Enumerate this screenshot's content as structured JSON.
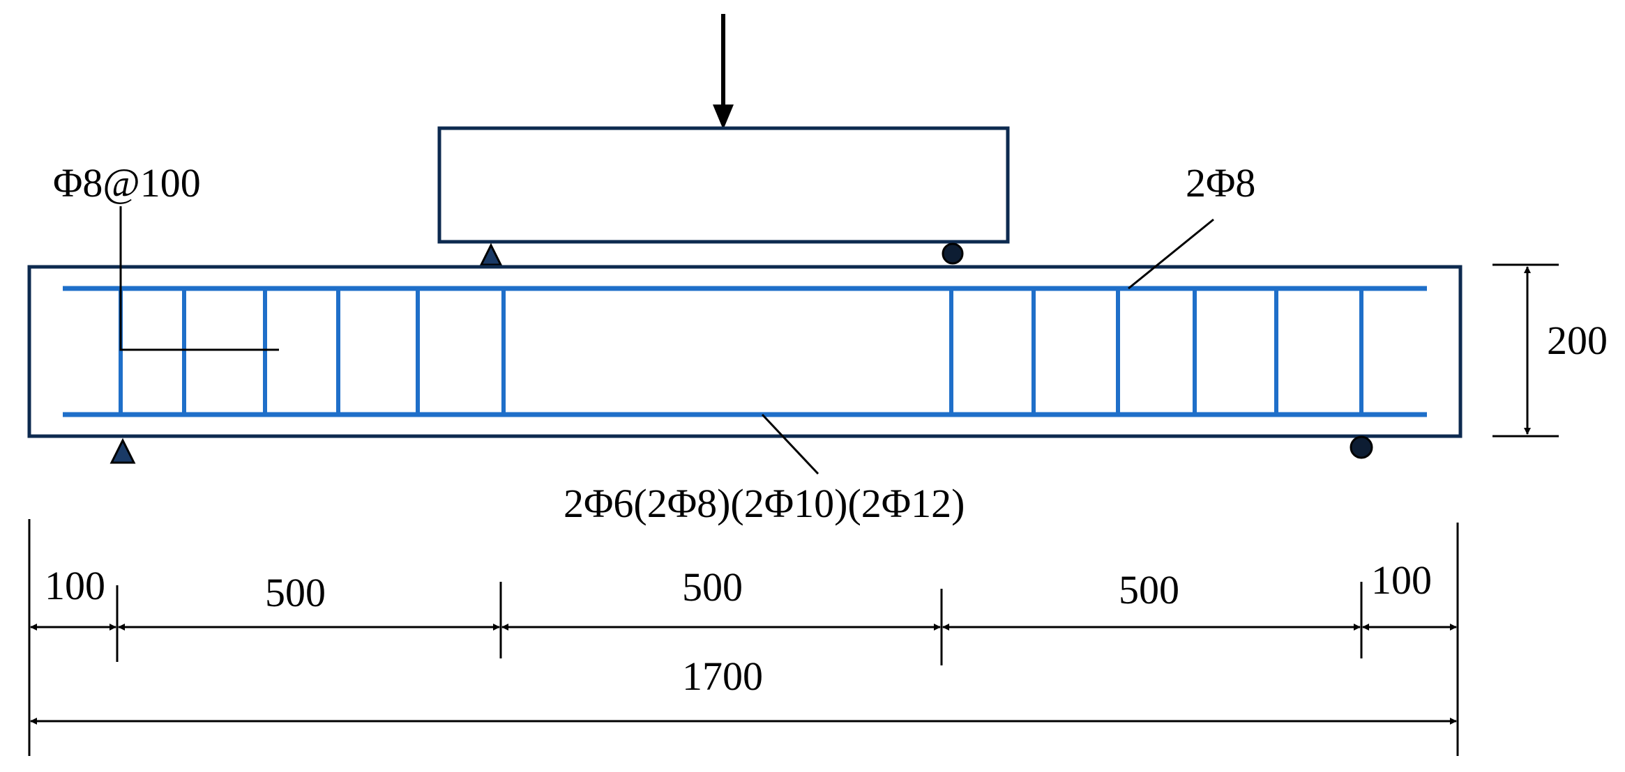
{
  "labels": {
    "stirrup": "Φ8@100",
    "top_bar": "2Φ8",
    "bottom_bar": "2Φ6(2Φ8)(2Φ10)(2Φ12)",
    "height": "200",
    "dim_end_left": "100",
    "dim_span_1": "500",
    "dim_span_2": "500",
    "dim_span_3": "500",
    "dim_end_right": "100",
    "dim_total": "1700"
  },
  "colors": {
    "rebar": "#1f6fc9",
    "outline": "#0d2a4f",
    "ink": "#000000"
  }
}
